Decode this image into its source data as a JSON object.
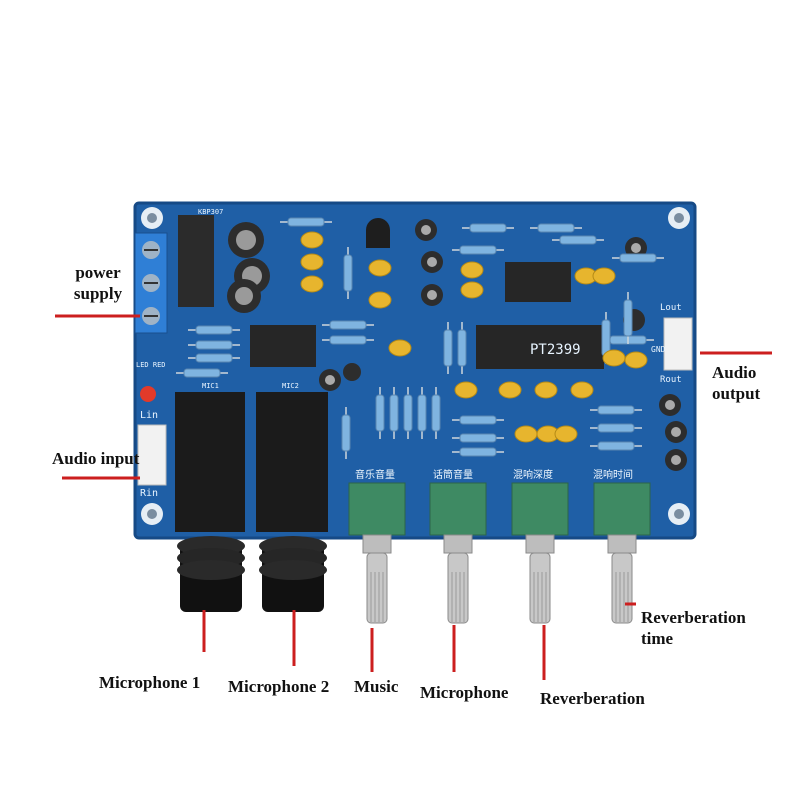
{
  "colors": {
    "board": "#1f5fa6",
    "board_dark": "#164a86",
    "leader_line": "#cc1f1f",
    "pot_body": "#3e8a63",
    "metal": "#c8c8c8"
  },
  "labels": {
    "power_supply": "power supply",
    "audio_output": "Audio output",
    "audio_input": "Audio input",
    "microphone_1": "Microphone 1",
    "microphone_2": "Microphone 2",
    "music": "Music",
    "microphone": "Microphone",
    "reverberation": "Reverberation",
    "reverberation_time": "Reverberation time"
  },
  "board_silkscreen": {
    "rectifier": "KBP307",
    "led": "LED RED",
    "mic1": "MIC1",
    "mic2": "MIC2",
    "lin": "Lin",
    "rin": "Rin",
    "lout": "Lout",
    "gnd": "GND",
    "rout": "Rout",
    "chip": "PT2399",
    "pot1_cn": "音乐音量",
    "pot2_cn": "话筒音量",
    "pot3_cn": "混响深度",
    "pot4_cn": "混响时间"
  }
}
